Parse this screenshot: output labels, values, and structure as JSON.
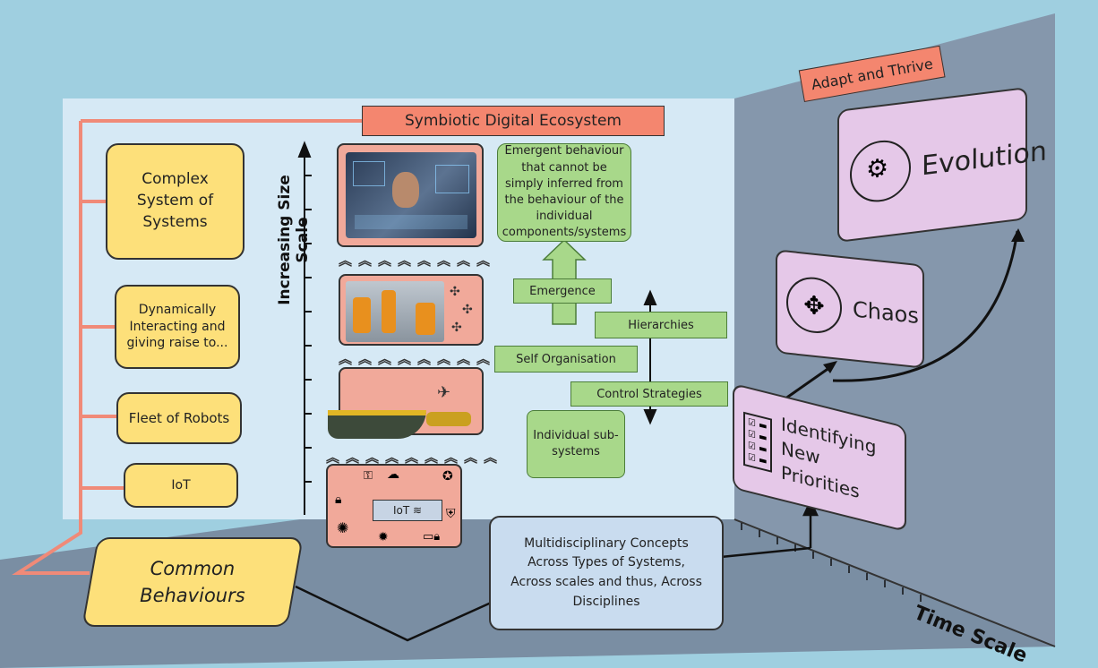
{
  "title_banner": "Symbiotic Digital Ecosystem",
  "right_banner": "Adapt and Thrive",
  "left_column": {
    "complex": "Complex System of Systems",
    "dynamic": "Dynamically Interacting and giving raise to...",
    "fleet": "Fleet of Robots",
    "iot": "IoT"
  },
  "common_behaviours": "Common Behaviours",
  "size_axis_label": "Increasing Size Scale",
  "time_axis_label": "Time Scale",
  "green": {
    "emergent": "Emergent behaviour that cannot be simply inferred from the behaviour of the individual components/systems",
    "emergence": "Emergence",
    "hierarchies": "Hierarchies",
    "self_org": "Self Organisation",
    "control": "Control Strategies",
    "individual": "Individual sub-systems"
  },
  "iot_panel": {
    "label": "IoT"
  },
  "multidisciplinary": "Multidisciplinary Concepts Across Types of Systems, Across scales and thus, Across Disciplines",
  "right_wall": {
    "evolution": "Evolution",
    "chaos": "Chaos",
    "priorities": "Identifying New Priorities"
  },
  "colors": {
    "wall_left": "#d6e9f5",
    "wall_right": "#8096ab",
    "floor": "#7a8ea3",
    "banner": "#f4866f",
    "yellow": "#fde07a",
    "green": "#a8d88a",
    "purple": "#e5c8e8",
    "pink_connector": "#f08a78"
  }
}
